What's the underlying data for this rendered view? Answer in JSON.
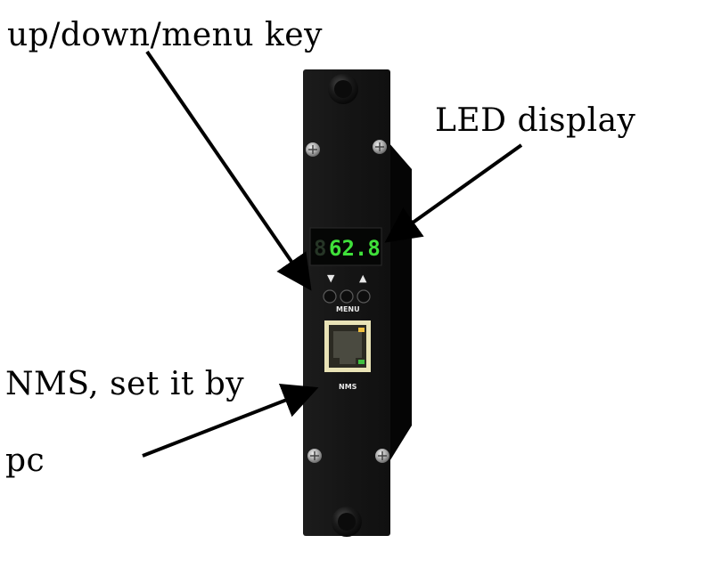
{
  "annotations": {
    "keys_label": "up/down/menu key",
    "display_label": "LED display",
    "nms_label_line1": "NMS, set it by",
    "nms_label_line2": "pc"
  },
  "panel": {
    "display_value": "62.8",
    "display_dim_digit": "8",
    "down_symbol": "▼",
    "up_symbol": "▲",
    "menu_label": "MENU",
    "nms_label": "NMS"
  },
  "colors": {
    "panel": "#141414",
    "panel_side": "#0a0a0a",
    "led_on": "#3fe03a",
    "led_off": "#2a3a2a",
    "rj45_frame": "#e9e3b6",
    "arrow": "#000000"
  }
}
